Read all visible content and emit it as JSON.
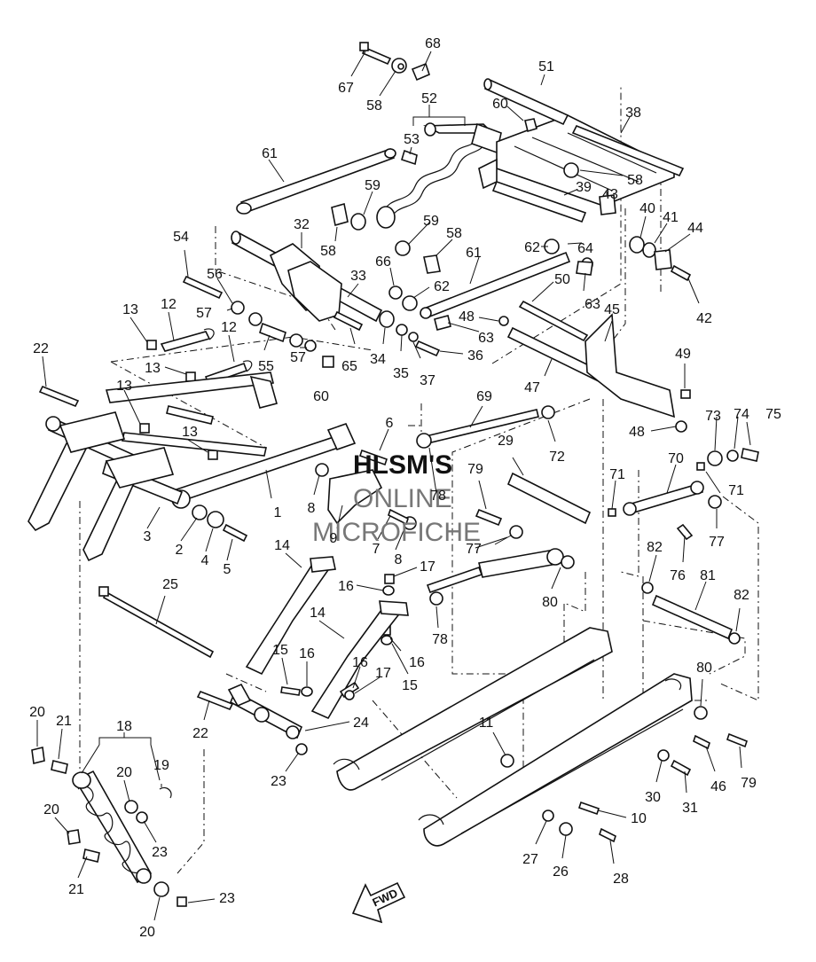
{
  "watermark": {
    "line1": "HLSM'S",
    "line2": "ONLINE",
    "line3": "MICROFICHE"
  },
  "fwd_label": "FWD",
  "callouts": [
    "1",
    "2",
    "3",
    "4",
    "5",
    "6",
    "7",
    "8",
    "8",
    "9",
    "10",
    "11",
    "12",
    "12",
    "13",
    "13",
    "13",
    "13",
    "14",
    "14",
    "15",
    "15",
    "16",
    "16",
    "16",
    "16",
    "17",
    "17",
    "18",
    "19",
    "20",
    "20",
    "20",
    "20",
    "21",
    "21",
    "22",
    "22",
    "23",
    "23",
    "23",
    "23",
    "24",
    "25",
    "26",
    "27",
    "28",
    "29",
    "30",
    "31",
    "32",
    "33",
    "34",
    "35",
    "36",
    "37",
    "38",
    "39",
    "40",
    "41",
    "42",
    "43",
    "44",
    "45",
    "46",
    "47",
    "48",
    "48",
    "49",
    "50",
    "51",
    "52",
    "53",
    "54",
    "55",
    "56",
    "57",
    "57",
    "58",
    "58",
    "58",
    "58",
    "59",
    "59",
    "60",
    "60",
    "61",
    "61",
    "62",
    "62",
    "63",
    "63",
    "64",
    "65",
    "66",
    "67",
    "68",
    "69",
    "70",
    "71",
    "71",
    "72",
    "73",
    "74",
    "75",
    "76",
    "77",
    "77",
    "78",
    "78",
    "79",
    "79",
    "80",
    "80",
    "81",
    "82",
    "82"
  ]
}
